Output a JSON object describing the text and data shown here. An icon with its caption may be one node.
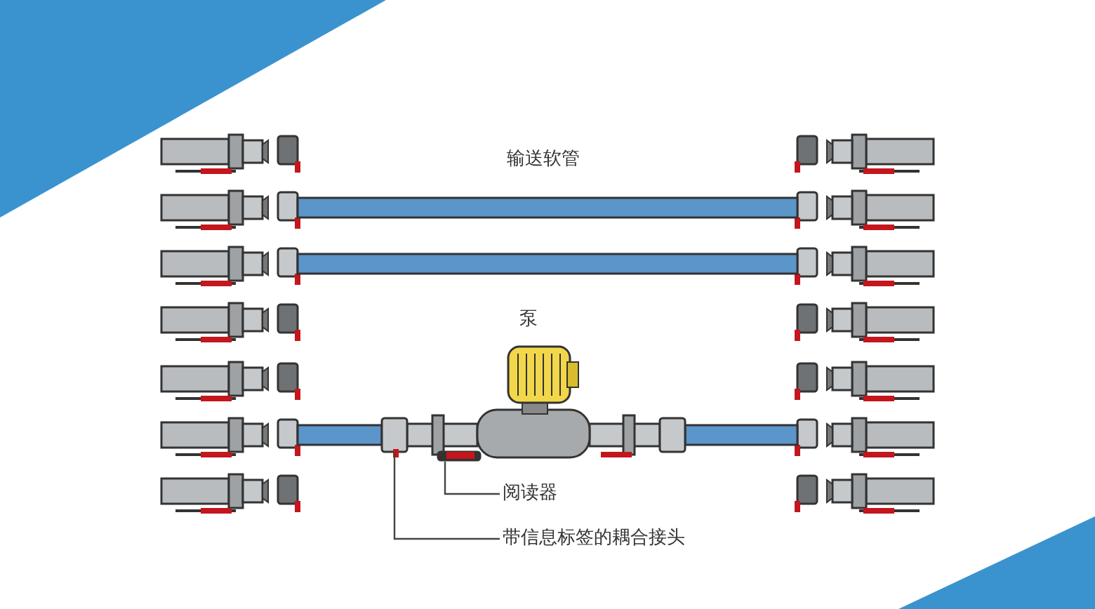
{
  "diagram": {
    "nodes": [
      {
        "text": [
          "阅读器"
        ]
      },
      {
        "text": [],
        "shape": "box"
      },
      {
        "text": [
          "带信息标签的耦合接头"
        ]
      },
      {
        "text": [],
        "shape": "box"
      }
    ],
    "edges": [
      {
        "from": 0,
        "to": 1,
        "arrow": "none"
      },
      {
        "from": 2,
        "to": 3,
        "arrow": "none"
      }
    ],
    "labels": [
      "输送软管",
      "泵"
    ]
  }
}
